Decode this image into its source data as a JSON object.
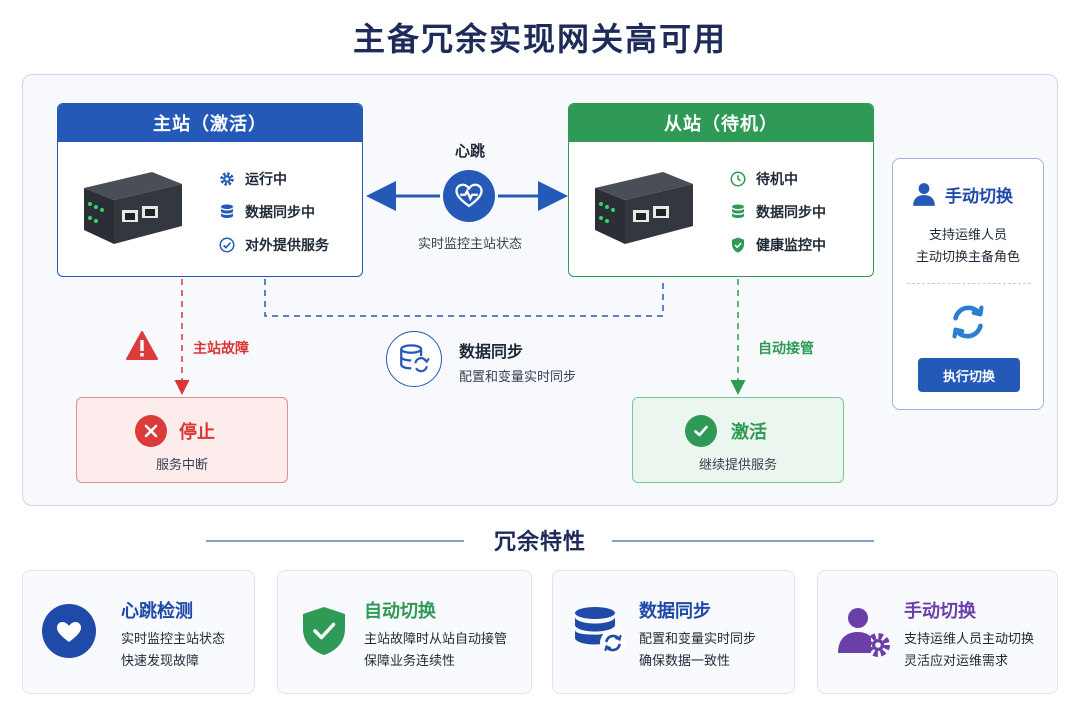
{
  "title": "主备冗余实现网关高可用",
  "primary": {
    "header": "主站（激活）",
    "statuses": [
      "运行中",
      "数据同步中",
      "对外提供服务"
    ]
  },
  "backup": {
    "header": "从站（待机）",
    "statuses": [
      "待机中",
      "数据同步中",
      "健康监控中"
    ]
  },
  "heartbeat": {
    "label": "心跳",
    "caption": "实时监控主站状态"
  },
  "failure": {
    "label": "主站故障",
    "result_title": "停止",
    "result_sub": "服务中断"
  },
  "takeover": {
    "label": "自动接管",
    "result_title": "激活",
    "result_sub": "继续提供服务"
  },
  "sync": {
    "title": "数据同步",
    "subtitle": "配置和变量实时同步"
  },
  "manual": {
    "title": "手动切换",
    "desc_line1": "支持运维人员",
    "desc_line2": "主动切换主备角色",
    "button": "执行切换"
  },
  "section_title": "冗余特性",
  "features": [
    {
      "title": "心跳检测",
      "line1": "实时监控主站状态",
      "line2": "快速发现故障",
      "color": "#1f4aa8"
    },
    {
      "title": "自动切换",
      "line1": "主站故障时从站自动接管",
      "line2": "保障业务连续性",
      "color": "#2e9a55"
    },
    {
      "title": "数据同步",
      "line1": "配置和变量实时同步",
      "line2": "确保数据一致性",
      "color": "#1f4aa8"
    },
    {
      "title": "手动切换",
      "line1": "支持运维人员主动切换",
      "line2": "灵活应对运维需求",
      "color": "#6b3fa8"
    }
  ],
  "colors": {
    "primary": "#2559b8",
    "success": "#2e9a55",
    "danger": "#d93636",
    "purple": "#6b3fa8"
  }
}
